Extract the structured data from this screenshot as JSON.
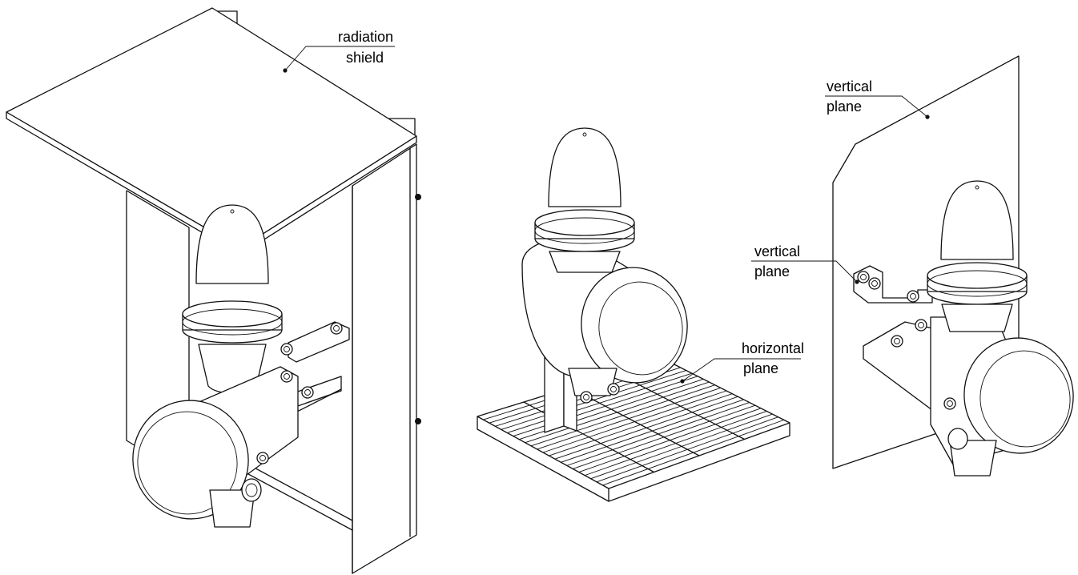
{
  "labels": {
    "radiation_shield": [
      "radiation",
      "shield"
    ],
    "horizontal_plane": [
      "horizontal",
      "plane"
    ],
    "vertical_plane_top": [
      "vertical",
      "plane"
    ],
    "vertical_plane_side": [
      "vertical",
      "plane"
    ]
  },
  "colors": {
    "line": "#111111",
    "background": "#ffffff"
  }
}
